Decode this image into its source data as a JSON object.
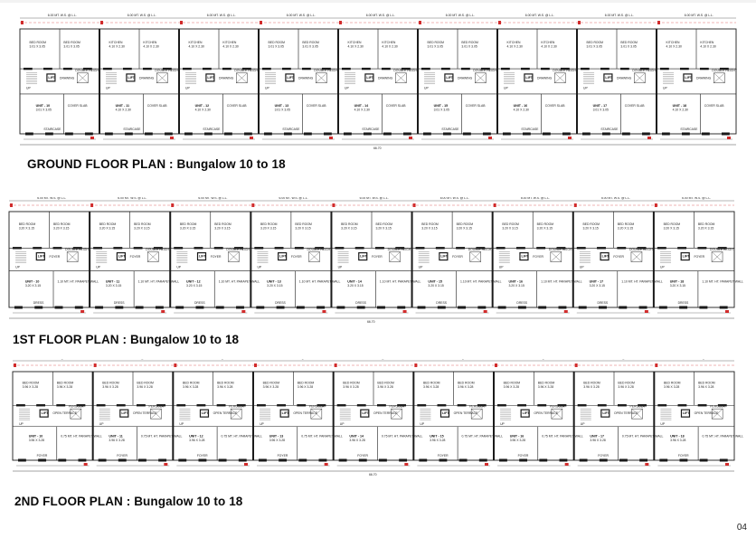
{
  "plans": [
    {
      "id": "ground",
      "title": "GROUND FLOOR PLAN : Bungalow 10 to 18",
      "top_dim": "6.00 MT. W.S. @ L.L.",
      "overall_dim": "66.70",
      "units": [
        {
          "unit": "UNIT - 10",
          "room": "BED ROOM",
          "room_size": "3.01 X 3.05"
        },
        {
          "unit": "UNIT - 11",
          "room": "KITCHEN",
          "room_size": "4.10 X 2.30"
        },
        {
          "unit": "UNIT - 12",
          "room": "KITCHEN",
          "room_size": "4.10 X 2.30"
        },
        {
          "unit": "UNIT - 13",
          "room": "BED ROOM",
          "room_size": "3.01 X 3.05"
        },
        {
          "unit": "UNIT - 14",
          "room": "KITCHEN",
          "room_size": "4.10 X 2.30"
        },
        {
          "unit": "UNIT - 15",
          "room": "BED ROOM",
          "room_size": "3.01 X 3.05"
        },
        {
          "unit": "UNIT - 16",
          "room": "KITCHEN",
          "room_size": "4.10 X 2.30"
        },
        {
          "unit": "UNIT - 17",
          "room": "BED ROOM",
          "room_size": "3.01 X 3.05"
        },
        {
          "unit": "UNIT - 18",
          "room": "KITCHEN",
          "room_size": "4.10 X 2.30"
        }
      ],
      "labels": {
        "lift": "LIFT",
        "drawing": "DRAWING",
        "double_height": "DOUBLE HEIGHT",
        "stair": "STAIRCASE",
        "cover_slab": "COVER SLAB",
        "up": "UP"
      }
    },
    {
      "id": "first",
      "title": "1ST FLOOR PLAN : Bungalow 10 to 18",
      "top_dim": "6.00 MT. W.S. @ L.L.",
      "overall_dim": "66.70",
      "units": [
        {
          "unit": "UNIT - 10",
          "room": "BED ROOM",
          "room_size": "3.20 X 3.15"
        },
        {
          "unit": "UNIT - 11",
          "room": "BED ROOM",
          "room_size": "3.20 X 3.15"
        },
        {
          "unit": "UNIT - 12",
          "room": "BED ROOM",
          "room_size": "3.20 X 3.15"
        },
        {
          "unit": "UNIT - 13",
          "room": "BED ROOM",
          "room_size": "3.20 X 3.15"
        },
        {
          "unit": "UNIT - 14",
          "room": "BED ROOM",
          "room_size": "3.20 X 3.15"
        },
        {
          "unit": "UNIT - 15",
          "room": "BED ROOM",
          "room_size": "3.20 X 3.15"
        },
        {
          "unit": "UNIT - 16",
          "room": "BED ROOM",
          "room_size": "3.20 X 3.15"
        },
        {
          "unit": "UNIT - 17",
          "room": "BED ROOM",
          "room_size": "3.20 X 3.15"
        },
        {
          "unit": "UNIT - 18",
          "room": "BED ROOM",
          "room_size": "3.20 X 3.15"
        }
      ],
      "labels": {
        "lift": "LIFT",
        "drawing": "FOYER",
        "double_height": "DOUBLE HEIGHT",
        "stair": "DRESS",
        "cover_slab": "1.10 MT. HT. PARAPET WALL",
        "up": "UP"
      }
    },
    {
      "id": "second",
      "title": "2ND FLOOR PLAN : Bungalow 10 to 18",
      "top_dim": "6.00 MT. W.S. @ L.L.",
      "overall_dim": "66.70",
      "units": [
        {
          "unit": "UNIT - 10",
          "room": "BED ROOM",
          "room_size": "3.96 X 3.28"
        },
        {
          "unit": "UNIT - 11",
          "room": "BED ROOM",
          "room_size": "3.96 X 3.28"
        },
        {
          "unit": "UNIT - 12",
          "room": "BED ROOM",
          "room_size": "3.96 X 3.28"
        },
        {
          "unit": "UNIT - 13",
          "room": "BED ROOM",
          "room_size": "3.96 X 3.28"
        },
        {
          "unit": "UNIT - 14",
          "room": "BED ROOM",
          "room_size": "3.96 X 3.28"
        },
        {
          "unit": "UNIT - 15",
          "room": "BED ROOM",
          "room_size": "3.96 X 3.28"
        },
        {
          "unit": "UNIT - 16",
          "room": "BED ROOM",
          "room_size": "3.96 X 3.28"
        },
        {
          "unit": "UNIT - 17",
          "room": "BED ROOM",
          "room_size": "3.96 X 3.28"
        },
        {
          "unit": "UNIT - 18",
          "room": "BED ROOM",
          "room_size": "3.96 X 3.28"
        }
      ],
      "labels": {
        "lift": "LIFT",
        "drawing": "OPEN TERRACE",
        "double_height": "PERGOLA",
        "stair": "FOYER",
        "cover_slab": "0.75 MT. HT. PARAPET WALL",
        "up": "UP"
      }
    }
  ],
  "page_number": "04",
  "colors": {
    "line": "#1a1a1a",
    "dim_red": "#d12b2b",
    "hatch": "#555555"
  }
}
